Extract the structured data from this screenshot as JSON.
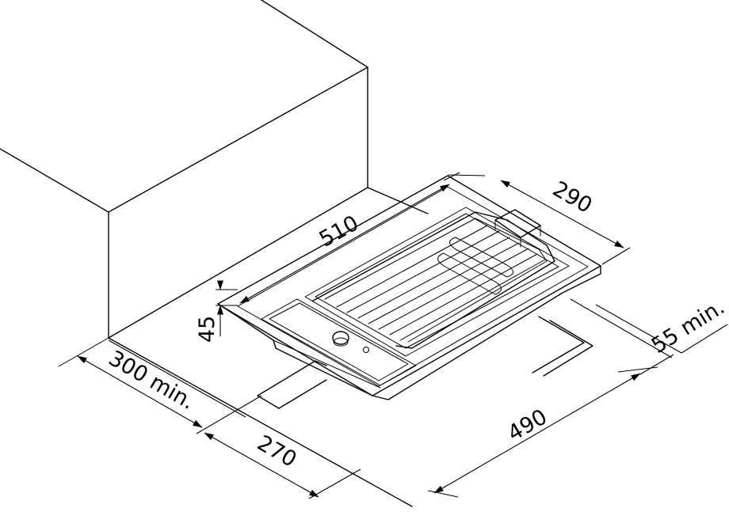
{
  "dimensions": {
    "length": "510",
    "width": "290",
    "height": "45",
    "wall_clearance": "300 min.",
    "cutout_depth": "270",
    "cutout_length": "490",
    "side_clearance": "55 min."
  }
}
